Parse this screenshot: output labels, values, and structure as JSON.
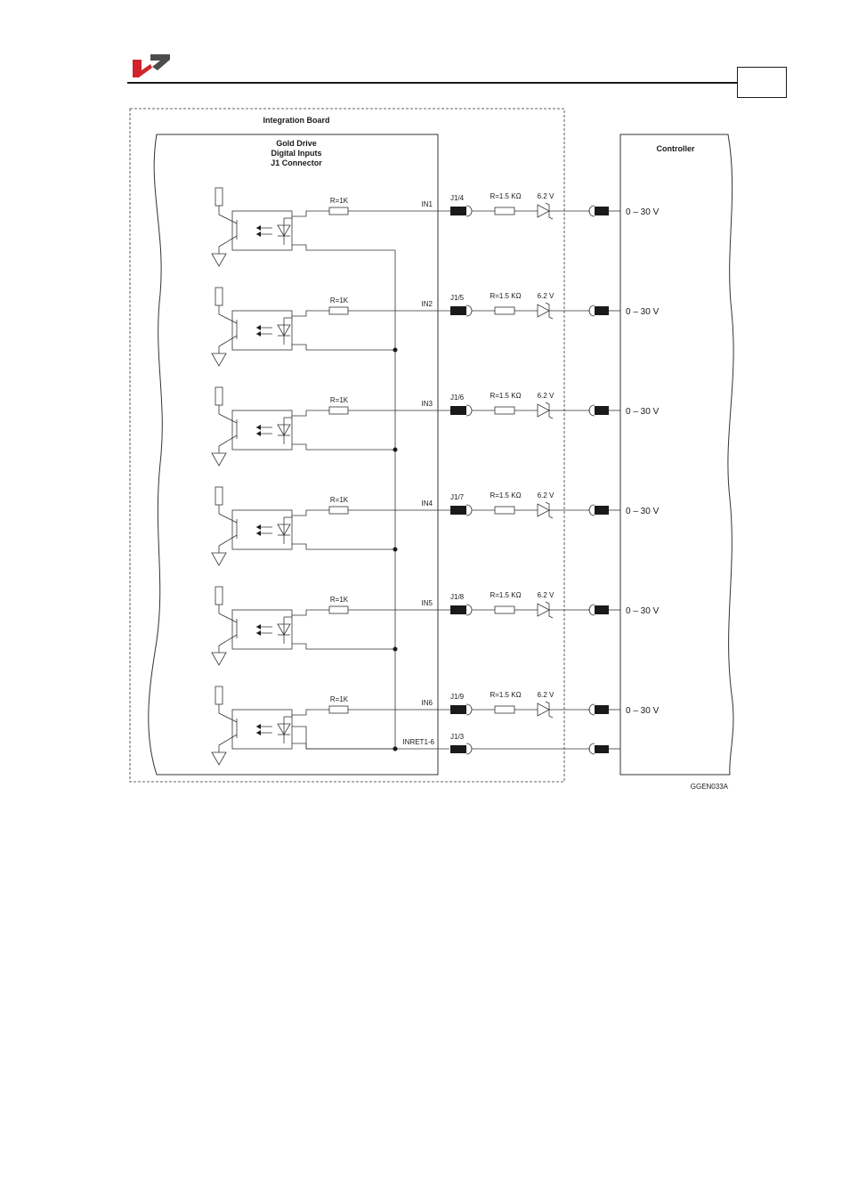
{
  "header": {
    "brand_colors": {
      "red": "#d2232a",
      "gray": "#4d4d4d"
    },
    "page_number": ""
  },
  "diagram": {
    "integration_board_label": "Integration Board",
    "drive_title_lines": [
      "Gold Drive",
      "Digital Inputs",
      "J1 Connector"
    ],
    "controller_label": "Controller",
    "figure_code": "GGEN033A",
    "channels": [
      {
        "resistor": "R=1K",
        "signal": "IN1",
        "pin": "J1/4",
        "series_resistor": "R=1.5 KΩ",
        "zener": "6.2 V",
        "voltage": "0 – 30 V"
      },
      {
        "resistor": "R=1K",
        "signal": "IN2",
        "pin": "J1/5",
        "series_resistor": "R=1.5 KΩ",
        "zener": "6.2 V",
        "voltage": "0 – 30 V"
      },
      {
        "resistor": "R=1K",
        "signal": "IN3",
        "pin": "J1/6",
        "series_resistor": "R=1.5 KΩ",
        "zener": "6.2 V",
        "voltage": "0 – 30 V"
      },
      {
        "resistor": "R=1K",
        "signal": "IN4",
        "pin": "J1/7",
        "series_resistor": "R=1.5 KΩ",
        "zener": "6.2 V",
        "voltage": "0 – 30 V"
      },
      {
        "resistor": "R=1K",
        "signal": "IN5",
        "pin": "J1/8",
        "series_resistor": "R=1.5 KΩ",
        "zener": "6.2 V",
        "voltage": "0 – 30 V"
      },
      {
        "resistor": "R=1K",
        "signal": "IN6",
        "pin": "J1/9",
        "series_resistor": "R=1.5 KΩ",
        "zener": "6.2 V",
        "voltage": "0 – 30 V"
      }
    ],
    "return": {
      "signal": "INRET1-6",
      "pin": "J1/3"
    }
  }
}
